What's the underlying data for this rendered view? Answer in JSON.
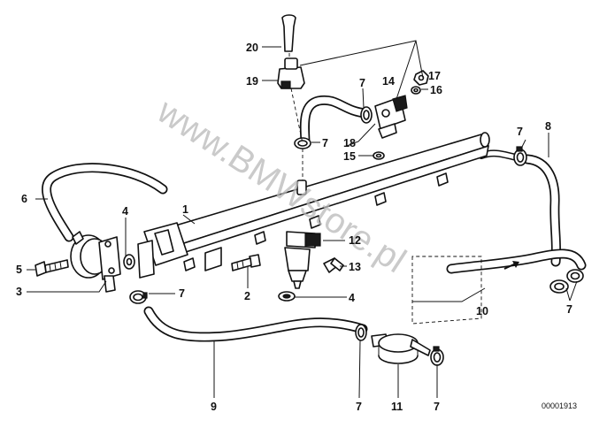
{
  "watermark": "www.BMWstore.pl",
  "reference_code": "00001913",
  "callouts": {
    "c1": "1",
    "c2": "2",
    "c3": "3",
    "c4a": "4",
    "c4b": "4",
    "c5": "5",
    "c6": "6",
    "c7a": "7",
    "c7b": "7",
    "c7c": "7",
    "c7d": "7",
    "c7e": "7",
    "c7f": "7",
    "c7g": "7",
    "c8": "8",
    "c9": "9",
    "c10": "10",
    "c11": "11",
    "c12": "12",
    "c13": "13",
    "c14": "14",
    "c15": "15",
    "c16": "16",
    "c17": "17",
    "c18": "18",
    "c19": "19",
    "c20": "20"
  }
}
